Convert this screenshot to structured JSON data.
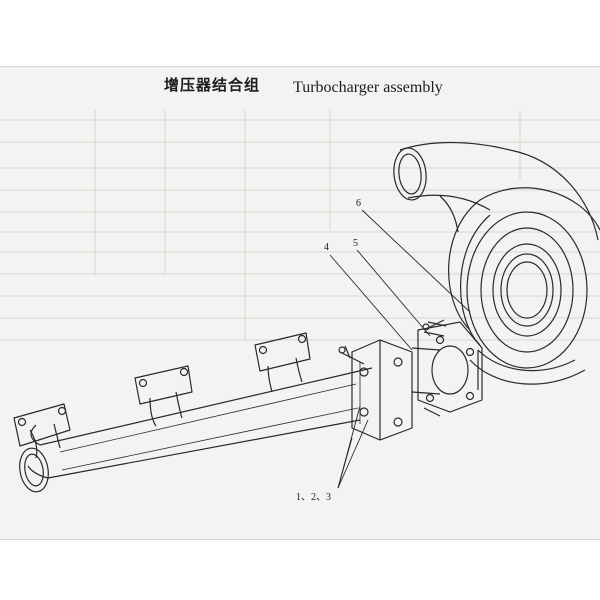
{
  "page": {
    "title_cn": "增压器结合组",
    "title_en": "Turbocharger assembly"
  },
  "callouts": {
    "c4": "4",
    "c5": "5",
    "c6": "6",
    "c123": "1、2、3"
  },
  "colors": {
    "paper": "#f4f3f1",
    "line": "#2a2a2a",
    "faint_table": "#c9c7c3"
  }
}
